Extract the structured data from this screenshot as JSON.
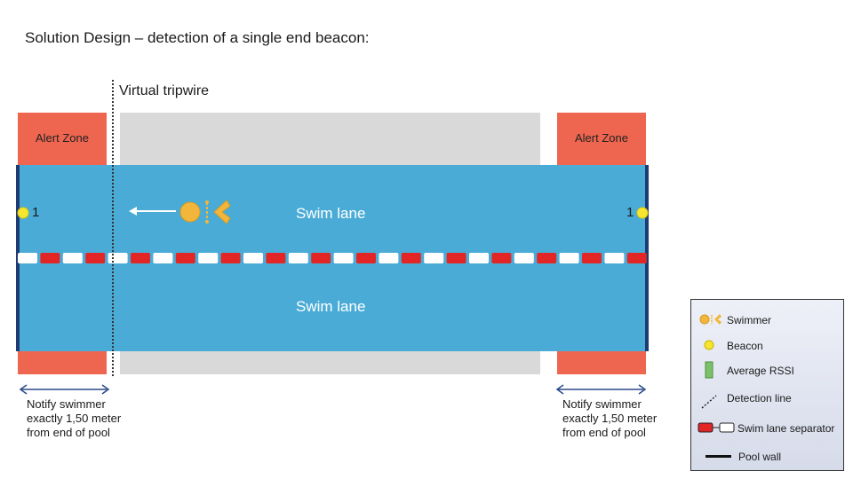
{
  "title": "Solution Design – detection of a single end beacon:",
  "tripwire_label": "Virtual tripwire",
  "zones": {
    "left_top": "Alert Zone",
    "right_top": "Alert Zone"
  },
  "lanes": {
    "top": "Swim lane",
    "bottom": "Swim lane"
  },
  "beacons": {
    "left": "1",
    "right": "1"
  },
  "notes": {
    "left": "Notify swimmer\nexactly 1,50 meter\nfrom end of pool",
    "right": "Notify swimmer\nexactly 1,50 meter\nfrom end of pool"
  },
  "legend": {
    "swimmer": "Swimmer",
    "beacon": "Beacon",
    "rssi": "Average RSSI",
    "detection": "Detection line",
    "separator": "Swim lane separator",
    "wall": "Pool wall"
  },
  "colors": {
    "pool": "#4aacd6",
    "alert": "#ee6650",
    "gray_zone": "#d9d9d9",
    "wall": "#1f3b73",
    "beacon": "#f7e630",
    "swimmer": "#f2b63c",
    "separator_red": "#e22626",
    "rssi": "#7cc069"
  }
}
